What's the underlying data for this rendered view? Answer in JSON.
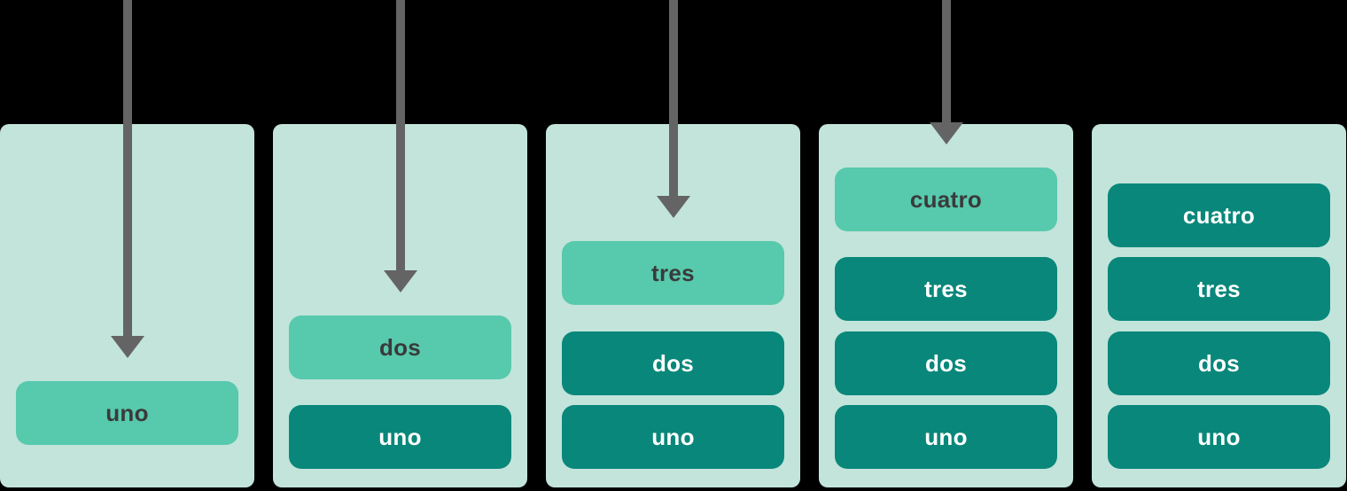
{
  "diagram": {
    "title": "stack-push-sequence",
    "colors": {
      "page_bg": "#000000",
      "container_bg": "#c2e4db",
      "item_new_bg": "#57c9ac",
      "item_new_text": "#3a3a3a",
      "item_settled_bg": "#09877a",
      "item_settled_text": "#ffffff",
      "arrow": "#646464"
    },
    "panels": [
      {
        "step": 1,
        "arrow_visible": true,
        "items": [
          {
            "label": "uno",
            "state": "new"
          }
        ]
      },
      {
        "step": 2,
        "arrow_visible": true,
        "items": [
          {
            "label": "dos",
            "state": "new"
          },
          {
            "label": "uno",
            "state": "settled"
          }
        ]
      },
      {
        "step": 3,
        "arrow_visible": true,
        "items": [
          {
            "label": "tres",
            "state": "new"
          },
          {
            "label": "dos",
            "state": "settled"
          },
          {
            "label": "uno",
            "state": "settled"
          }
        ]
      },
      {
        "step": 4,
        "arrow_visible": true,
        "items": [
          {
            "label": "cuatro",
            "state": "new"
          },
          {
            "label": "tres",
            "state": "settled"
          },
          {
            "label": "dos",
            "state": "settled"
          },
          {
            "label": "uno",
            "state": "settled"
          }
        ]
      },
      {
        "step": 5,
        "arrow_visible": false,
        "items": [
          {
            "label": "cuatro",
            "state": "settled"
          },
          {
            "label": "tres",
            "state": "settled"
          },
          {
            "label": "dos",
            "state": "settled"
          },
          {
            "label": "uno",
            "state": "settled"
          }
        ]
      }
    ]
  }
}
